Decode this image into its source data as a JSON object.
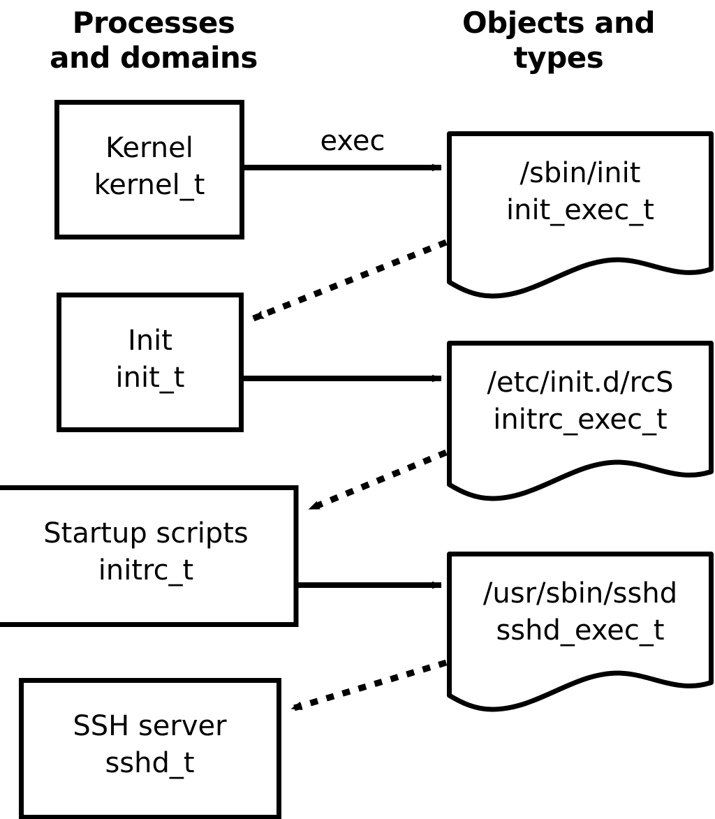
{
  "diagram": {
    "title_left": "Processes\nand domains",
    "title_right": "Objects and\ntypes",
    "background_color": "#ffffff",
    "stroke_color": "#000000",
    "domains": [
      {
        "id": "kernel",
        "name": "Kernel",
        "type": "kernel_t",
        "label": "Kernel\nkernel_t"
      },
      {
        "id": "init",
        "name": "Init",
        "type": "init_t",
        "label": "Init\ninit_t"
      },
      {
        "id": "initrc",
        "name": "Startup scripts",
        "type": "initrc_t",
        "label": "Startup scripts\ninitrc_t"
      },
      {
        "id": "sshd",
        "name": "SSH server",
        "type": "sshd_t",
        "label": "SSH server\nsshd_t"
      }
    ],
    "objects": [
      {
        "id": "init_exec",
        "path": "/sbin/init",
        "type": "init_exec_t",
        "label": "/sbin/init\ninit_exec_t"
      },
      {
        "id": "initrc_exec",
        "path": "/etc/init.d/rcS",
        "type": "initrc_exec_t",
        "label": "/etc/init.d/rcS\ninitrc_exec_t"
      },
      {
        "id": "sshd_exec",
        "path": "/usr/sbin/sshd",
        "type": "sshd_exec_t",
        "label": "/usr/sbin/sshd\nsshd_exec_t"
      }
    ],
    "edges": [
      {
        "id": "kernel-exec-init",
        "from": "kernel",
        "to": "init_exec",
        "label": "exec",
        "style": "solid"
      },
      {
        "id": "init_exec-transition",
        "from": "init_exec",
        "to": "init",
        "label": "",
        "style": "dotted"
      },
      {
        "id": "init-exec-initrc",
        "from": "init",
        "to": "initrc_exec",
        "label": "",
        "style": "solid"
      },
      {
        "id": "initrc_exec-transition",
        "from": "initrc_exec",
        "to": "initrc",
        "label": "",
        "style": "dotted"
      },
      {
        "id": "initrc-exec-sshd",
        "from": "initrc",
        "to": "sshd_exec",
        "label": "",
        "style": "solid"
      },
      {
        "id": "sshd_exec-transition",
        "from": "sshd_exec",
        "to": "sshd",
        "label": "",
        "style": "dotted"
      }
    ]
  }
}
